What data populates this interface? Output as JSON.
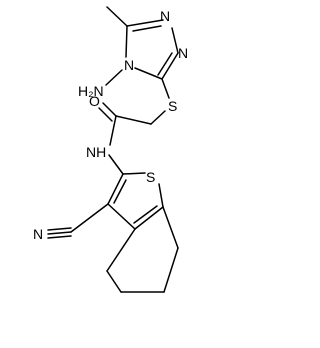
{
  "atom_labels": {
    "n_triazole_top": "N",
    "n_triazole_right": "N",
    "n_triazole_ring": "N",
    "amine": "H₂N",
    "sulfur_thioether": "S",
    "oxygen_carbonyl": "O",
    "amide_nh": "NH",
    "sulfur_thiophene": "S",
    "nitrile_n": "N"
  }
}
